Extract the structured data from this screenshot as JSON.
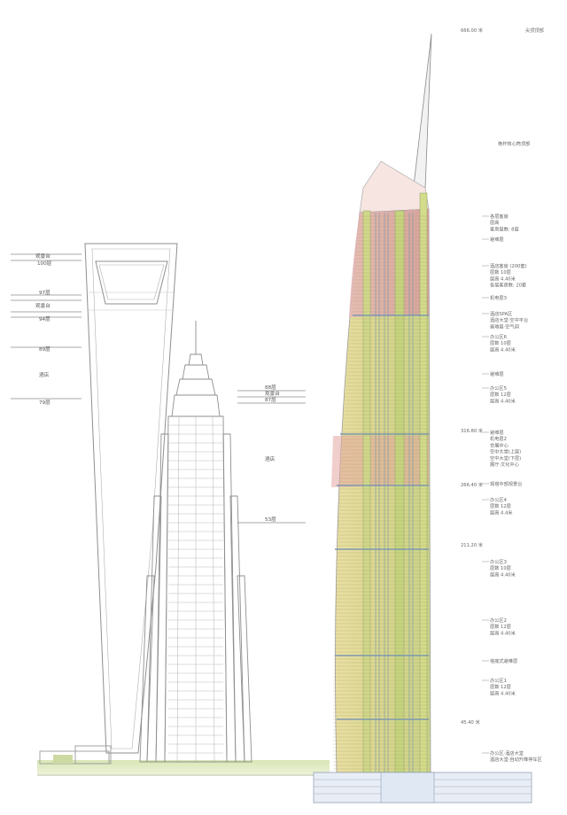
{
  "swfc": {
    "labels": [
      "观景台",
      "100层",
      "97层",
      "观景台",
      "94层",
      "89层",
      "酒店",
      "79层"
    ]
  },
  "jinmao": {
    "labels": [
      "88层",
      "观景台",
      "87层",
      "酒店",
      "53层"
    ]
  },
  "tower": {
    "elevations": [
      "666.00 米",
      "316.80 米",
      "266.40 米",
      "211.20 米",
      "45.40 米"
    ],
    "spire_label": "尖顶顶部",
    "core_top_label": "桅杆核心筒顶部",
    "zones": [
      [
        "各层客房",
        "层高",
        "客房层数: 8层"
      ],
      [
        "避难层"
      ],
      [
        "酒店客房 (200套)",
        "层数 10层",
        "层高 4.40米",
        "各层客房数: 20套"
      ],
      [
        "机电层3"
      ],
      [
        "酒店SPA区",
        "酒店大堂·空中平台",
        "避难层·空气调"
      ],
      [
        "办公区6",
        "层数 10层",
        "层高 4.40米"
      ],
      [
        "避难层"
      ],
      [
        "办公区5",
        "层数 12层",
        "层高 4.40米"
      ],
      [
        "避难层",
        "机电层2",
        "会展中心",
        "空中大堂(上层)",
        "空中大堂(下层)",
        "展厅·文化中心"
      ],
      [
        "观塔中部观景台"
      ],
      [
        "办公区4",
        "层数 12层",
        "层高 4.4米"
      ],
      [
        "办公区3",
        "层数 10层",
        "层高 4.40米"
      ],
      [
        "办公区2",
        "层数 12层",
        "层高 4.40米"
      ],
      [
        "塔底式避难层"
      ],
      [
        "办公区1",
        "层数 12层",
        "层高 4.40米"
      ],
      [
        "办公区·酒店大堂",
        "酒店大堂·自动升降停车区"
      ]
    ]
  }
}
